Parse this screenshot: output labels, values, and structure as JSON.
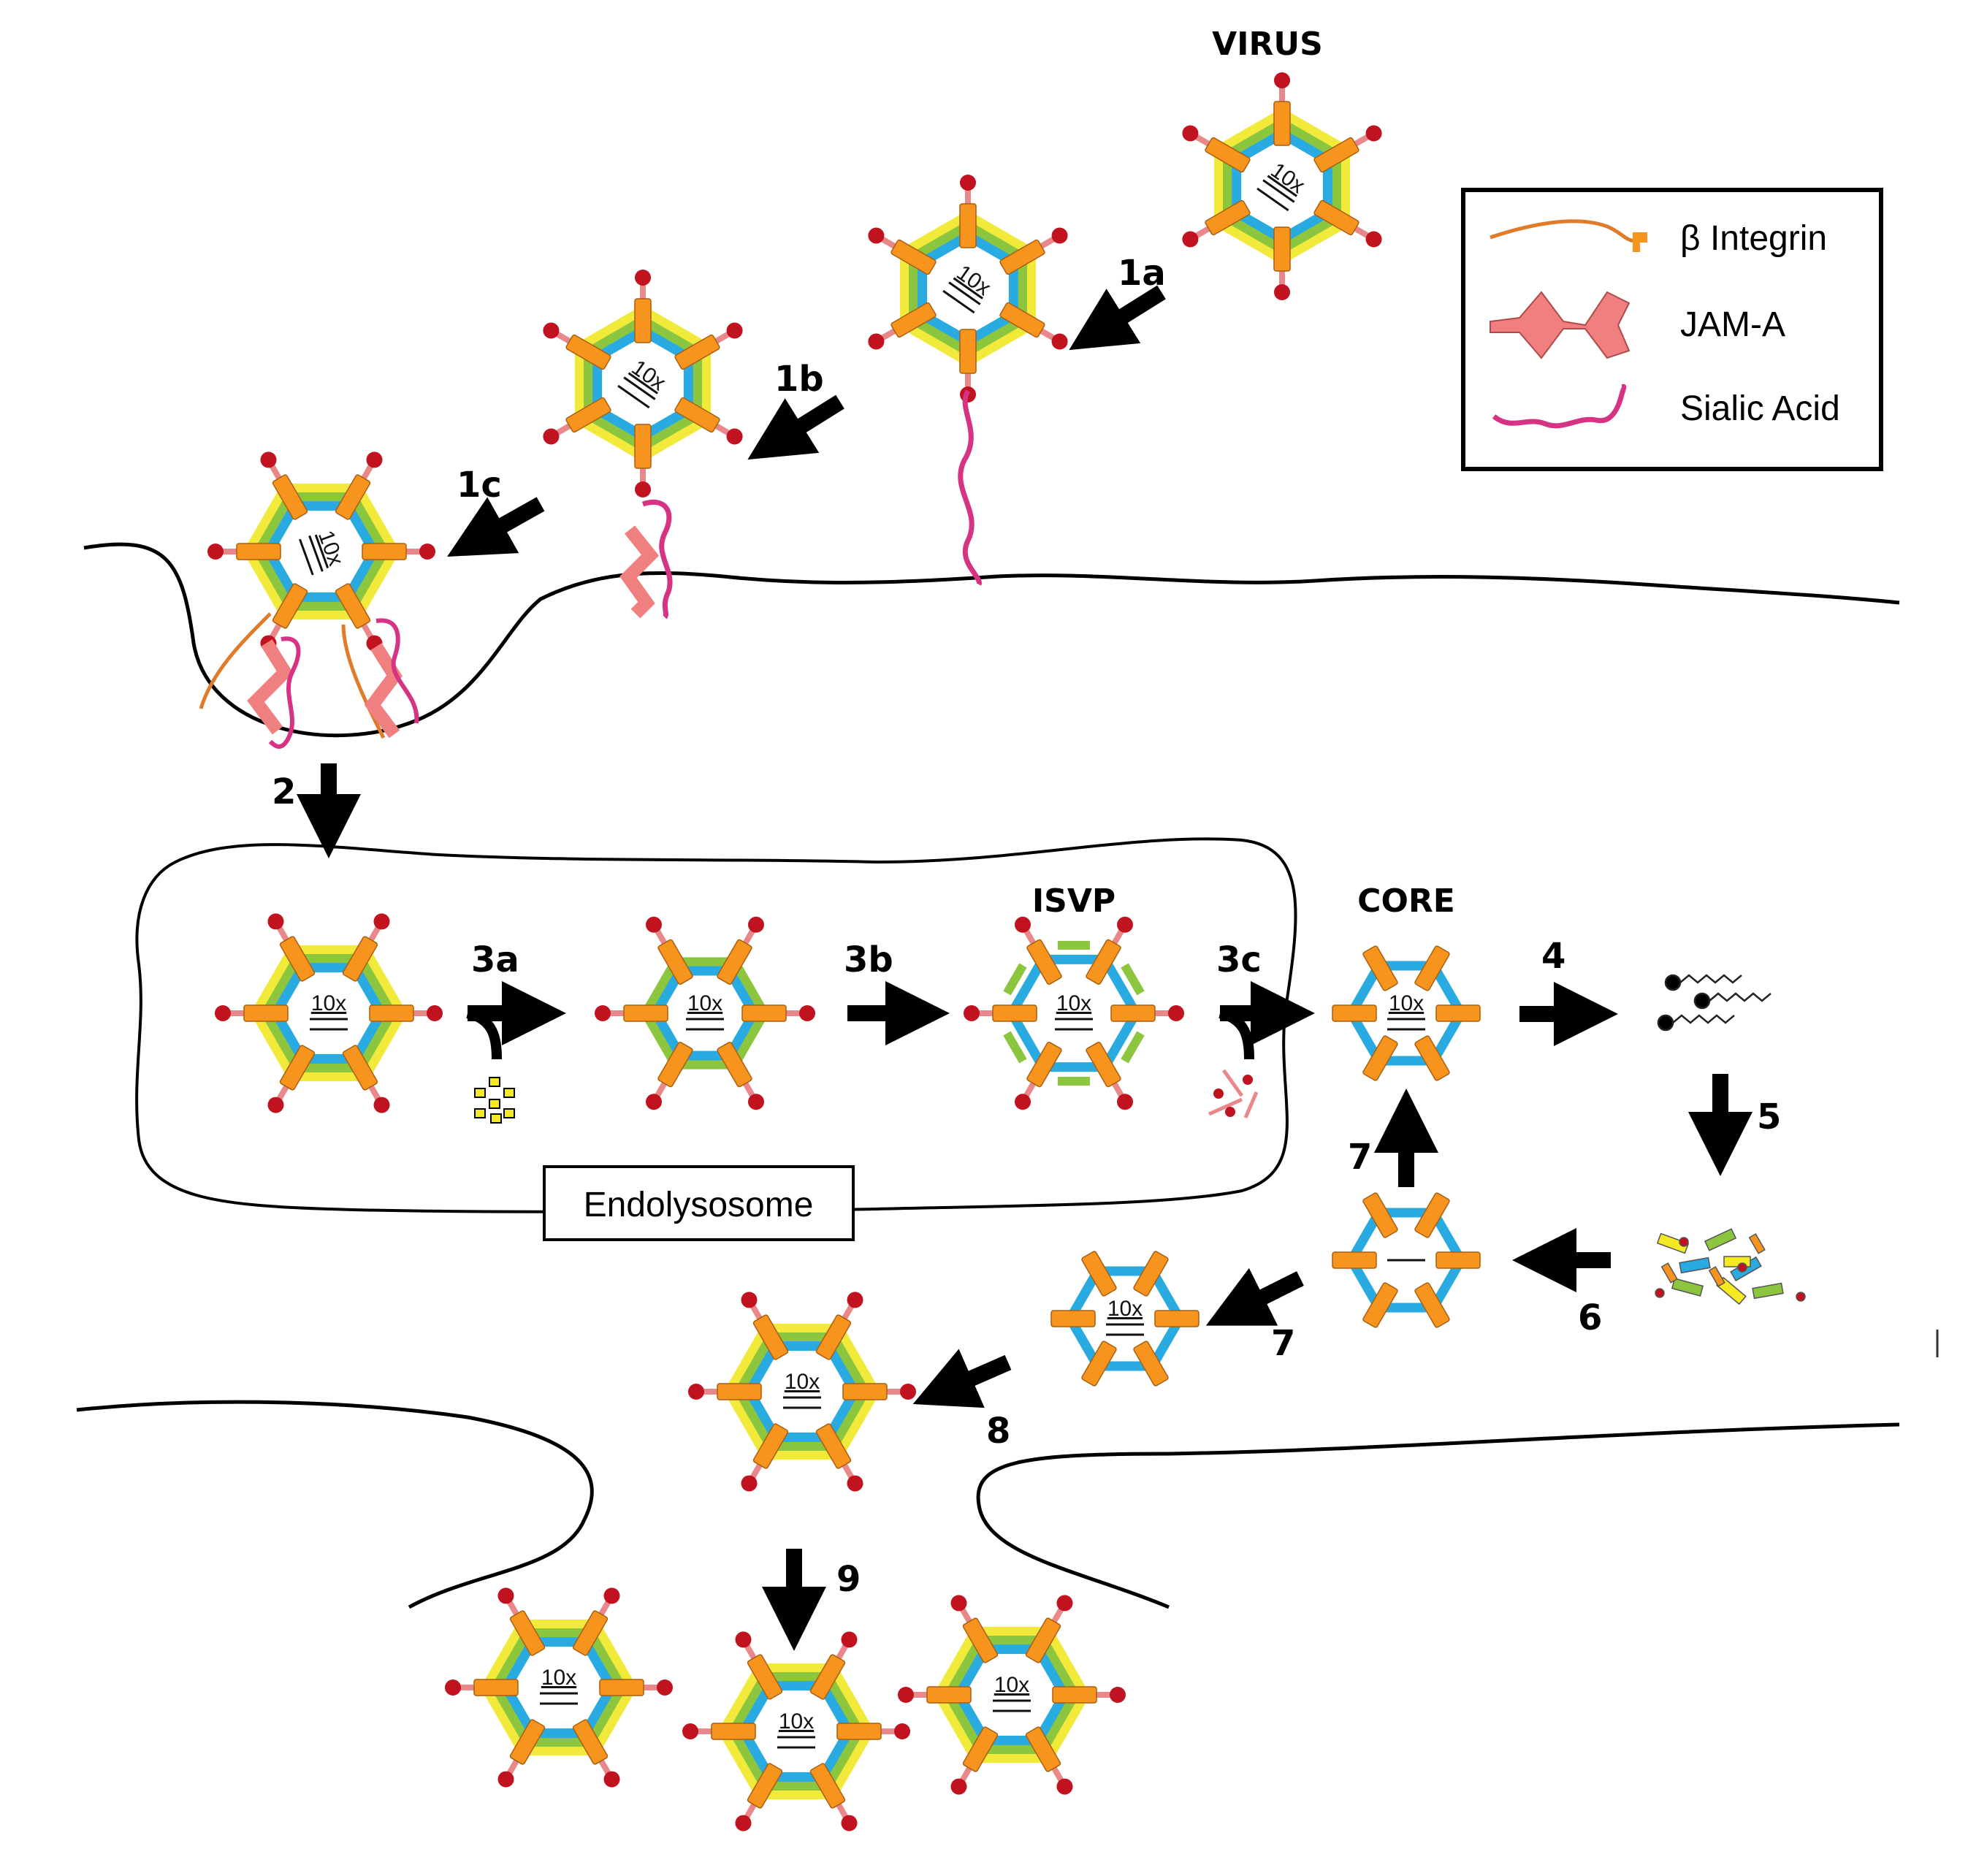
{
  "figure": {
    "title": "Reovirus replication cycle",
    "stage_labels": {
      "virus": "VIRUS",
      "isvp": "ISVP",
      "core": "CORE",
      "compartment": "Endolysosome"
    },
    "step_labels": [
      "1a",
      "1b",
      "1c",
      "2",
      "3a",
      "3b",
      "3c",
      "4",
      "5",
      "6",
      "7",
      "7",
      "8",
      "9"
    ],
    "genome_label": "10x",
    "legend": {
      "items": [
        {
          "label": "β Integrin",
          "icon": "beta-integrin-icon",
          "color": "#e07b2a"
        },
        {
          "label": "JAM-A",
          "icon": "jam-a-icon",
          "color": "#f08080"
        },
        {
          "label": "Sialic Acid",
          "icon": "sialic-acid-icon",
          "color": "#d63384"
        }
      ]
    },
    "colors": {
      "outer_shell": "#f2ea3a",
      "middle_shell": "#8cc63f",
      "inner_core": "#29abe2",
      "turret": "#f7941d",
      "attachment_ball": "#c1121f",
      "attachment_fiber": "#e8888a",
      "membrane": "#000000",
      "arrow": "#000000"
    }
  }
}
